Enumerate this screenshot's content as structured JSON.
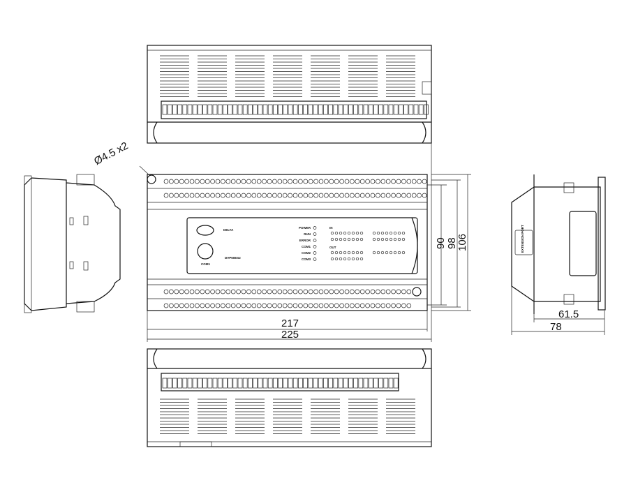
{
  "dimensions": {
    "hole": "Ø4.5 x2",
    "width_inner": "217",
    "width_outer": "225",
    "height_90": "90",
    "height_98": "98",
    "height_106": "106",
    "depth_inner": "61.5",
    "depth_outer": "78"
  },
  "front_panel": {
    "leds": [
      "POWER",
      "RUN",
      "ERROR",
      "COM1",
      "COM2",
      "COM3"
    ],
    "in_label": "IN",
    "out_label": "OUT",
    "model": "DVP60ES2",
    "port_label": "COM1",
    "brand": "DELTA"
  },
  "side_panel": {
    "extension_port": "EXTENSION PORT"
  }
}
